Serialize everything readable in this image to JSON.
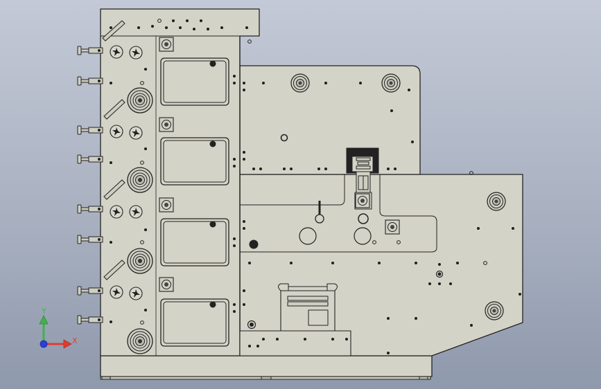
{
  "window": {
    "title": ""
  },
  "triad": {
    "x_label": "X",
    "y_label": "Y",
    "x_color": "#e03c32",
    "y_color": "#3fb34a",
    "z_color": "#2c3fd6"
  },
  "colors": {
    "background_top": "#c3c9d6",
    "background_bottom": "#8f99ac",
    "part_fill": "#d4d3c7",
    "edge": "#2a2a2a"
  },
  "model": {
    "view": "front",
    "printing_stations": 4
  }
}
